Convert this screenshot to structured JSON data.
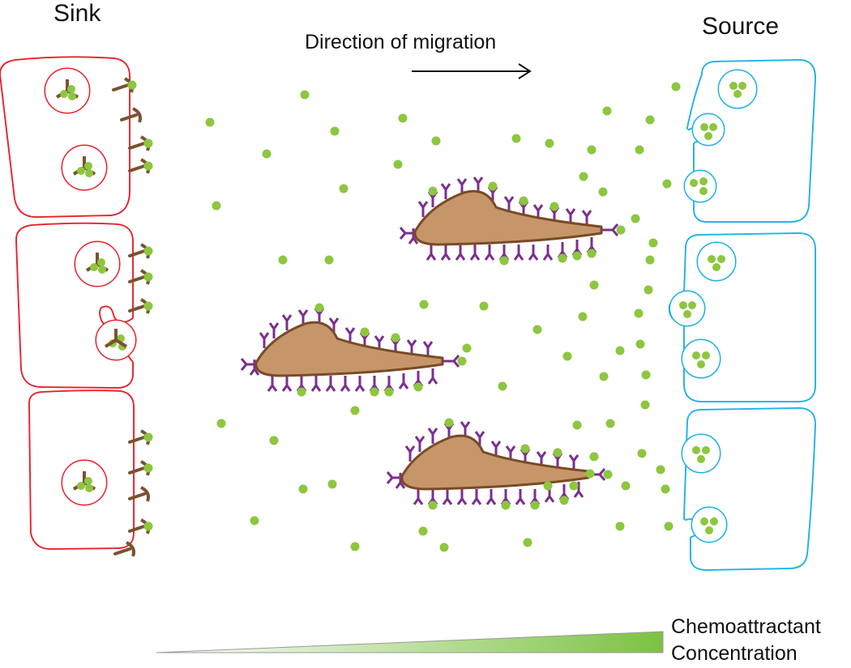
{
  "labels": {
    "sink": "Sink",
    "source": "Source",
    "direction": "Direction of migration",
    "gradient_line1": "Chemoattractant",
    "gradient_line2": "Concentration"
  },
  "colors": {
    "sink_cell": "#e8212b",
    "source_cell": "#1fb1e6",
    "chemokine": "#8dc63f",
    "migrating_cell_fill": "#c5966a",
    "migrating_cell_outline": "#7a4a26",
    "receptor": "#7b2f8e",
    "sink_receptor": "#7a5230",
    "gradient_start": "#ffffff",
    "gradient_end": "#7cc242",
    "arrow": "#111111"
  },
  "diagram": {
    "sink_cells": 3,
    "source_cells": 3,
    "migrating_cells": 3,
    "gradient_direction": "increasing toward source"
  }
}
